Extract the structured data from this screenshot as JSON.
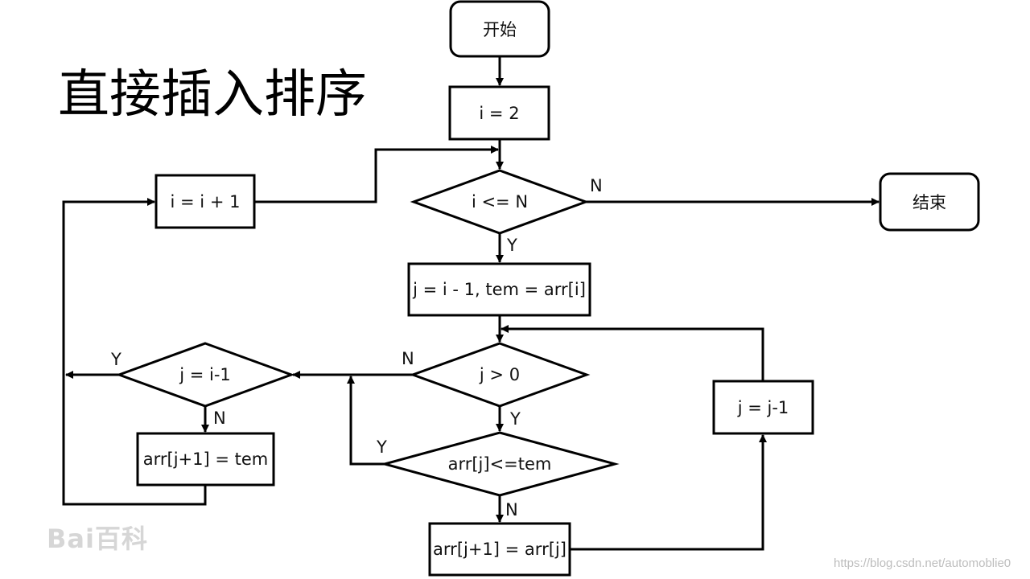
{
  "title": "直接插入排序",
  "nodes": {
    "start": "开始",
    "init_i": "i = 2",
    "cond_i": "i <= N",
    "end": "结束",
    "inc_i": "i = i + 1",
    "set_j": "j = i - 1, tem = arr[i]",
    "cond_j": "j > 0",
    "cond_j_last": "j = i-1",
    "assign_tem": "arr[j+1] = tem",
    "cond_cmp": "arr[j]<=tem",
    "dec_j": "j = j-1",
    "shift": "arr[j+1] = arr[j]"
  },
  "edge_labels": {
    "cond_i_no": "N",
    "cond_i_yes": "Y",
    "cond_j_no": "N",
    "cond_j_yes": "Y",
    "cond_last_yes": "Y",
    "cond_last_no": "N",
    "cond_cmp_yes": "Y",
    "cond_cmp_no": "N"
  },
  "watermark": {
    "baidu": "Bai百科",
    "url": "https://blog.csdn.net/automoblie0"
  },
  "colors": {
    "line": "#000000",
    "background": "#ffffff"
  }
}
